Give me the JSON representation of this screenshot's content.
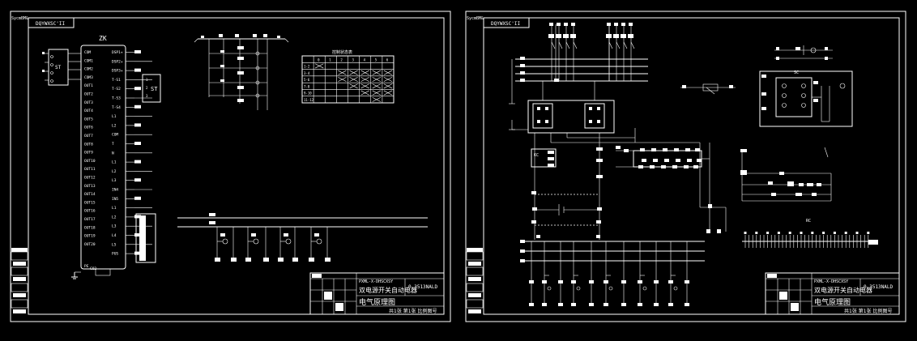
{
  "sheets": [
    {
      "id": "left",
      "header_code": "DQYWXSC'II",
      "corner_label": "SycmBM&",
      "controller_label": "ZK",
      "st_label": "ST",
      "controller_left_pins": [
        "COM",
        "COM1",
        "COM2",
        "COM3",
        "OUT1",
        "OUT2",
        "OUT3",
        "OUT4",
        "OUT5",
        "OUT6",
        "OUT7",
        "OUT8",
        "OUT9",
        "OUT10",
        "OUT11",
        "OUT12",
        "OUT13",
        "OUT14",
        "OUT15",
        "OUT16",
        "OUT17",
        "OUT18",
        "OUT19",
        "OUT20"
      ],
      "controller_right_pins": [
        "DSP1+",
        "DSP2+",
        "DSP3+",
        "T-S1",
        "T-S2",
        "T-S3",
        "T-S4",
        "L1",
        "L2",
        "COM",
        "T",
        "N",
        "L1",
        "L2",
        "L3",
        "IN4",
        "IN5",
        "L1",
        "L2",
        "L3",
        "L4",
        "L5",
        "PUS"
      ],
      "controller_bottom_labels": [
        "PE",
        "CO2"
      ],
      "table_title": "控制状态表",
      "table_head": [
        "",
        "0",
        "1",
        "2",
        "3",
        "4",
        "5",
        "6"
      ],
      "table_rows": [
        "1-2",
        "3-4",
        "5-6",
        "7-8",
        "9-10",
        "11-12"
      ],
      "title_block": {
        "line1": "PXML-X-DHSCXSY",
        "line2": "双电源开关自动电器",
        "line3": "电气原理图",
        "code": "0.3513NALD",
        "bottom": "共1张 第1张 比例图号"
      }
    },
    {
      "id": "right",
      "header_code": "DQYWXSC'II",
      "corner_label": "SycmBM&",
      "relay_label": "SC",
      "scale_label": "RC",
      "title_block": {
        "line1": "PXML-X-DHSCXSY",
        "line2": "双电源开关自动电器",
        "line3": "电气原理图",
        "code": "0.3513NALD",
        "bottom": "共1张 第1张 比例图号"
      }
    }
  ]
}
